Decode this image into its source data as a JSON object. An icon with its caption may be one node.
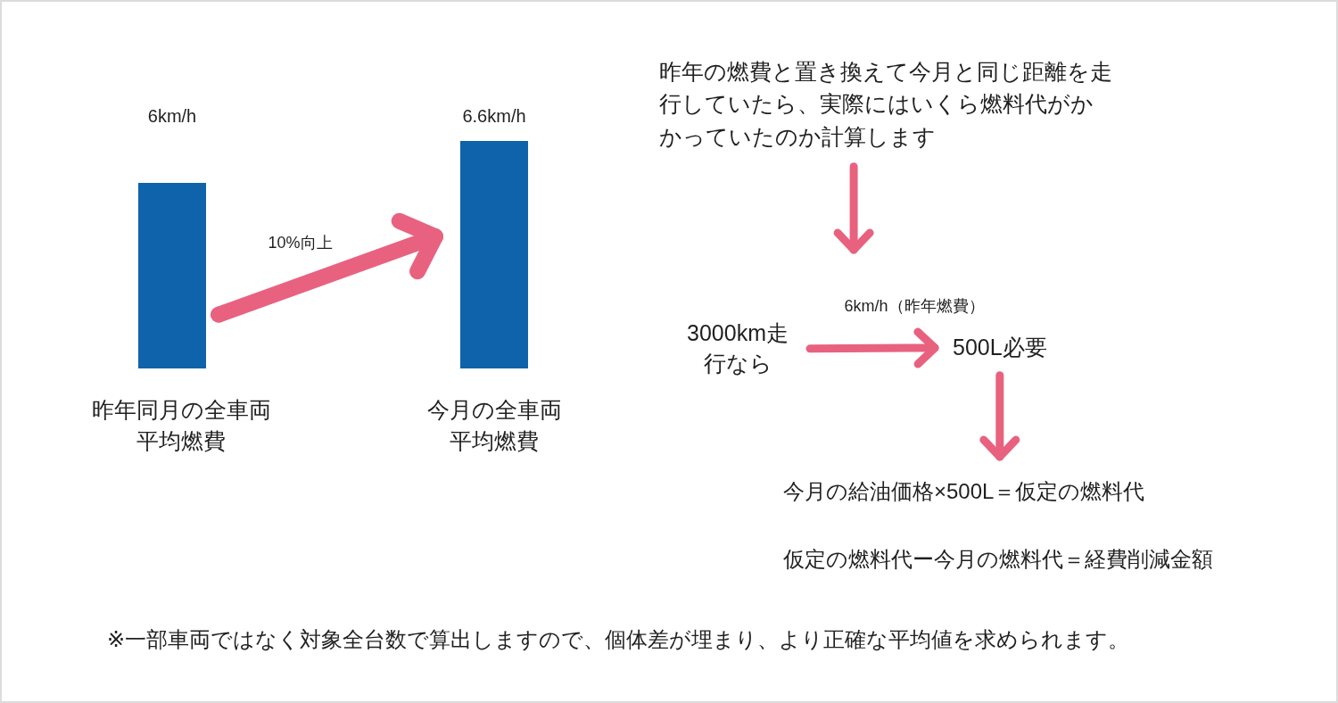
{
  "diagram": {
    "nodes": [
      {
        "text": [],
        "shape": "bar",
        "beside": [
          "6km/h",
          "昨年同月の全車両平均燃費"
        ]
      },
      {
        "text": [],
        "shape": "bar",
        "beside": [
          "6.6km/h",
          "今月の全車両平均燃費"
        ]
      },
      {
        "text": [
          "昨年の燃費と置き換えて今月と同じ距離を走行していたら、実際にはいくら燃料代がかかっていたのか計算します"
        ]
      },
      {
        "text": [
          "3000km走行なら"
        ]
      },
      {
        "text": [
          "500L必要"
        ]
      },
      {
        "text": [
          "今月の給油価格×500L＝仮定の燃料代"
        ]
      }
    ],
    "edges": [
      {
        "from": 0,
        "to": 1,
        "arrow": "to",
        "label": "10%向上",
        "style": "thick"
      },
      {
        "from": 2,
        "to": null,
        "arrow": "to"
      },
      {
        "from": 3,
        "to": 4,
        "arrow": "to",
        "label": "6km/h（昨年燃費）"
      },
      {
        "from": 4,
        "to": 5,
        "arrow": "to"
      }
    ],
    "labels": [
      "仮定の燃料代ー今月の燃料代＝経費削減金額",
      "※一部車両ではなく対象全台数で算出しますので、個体差が埋まり、より正確な平均値を求められます。"
    ]
  }
}
